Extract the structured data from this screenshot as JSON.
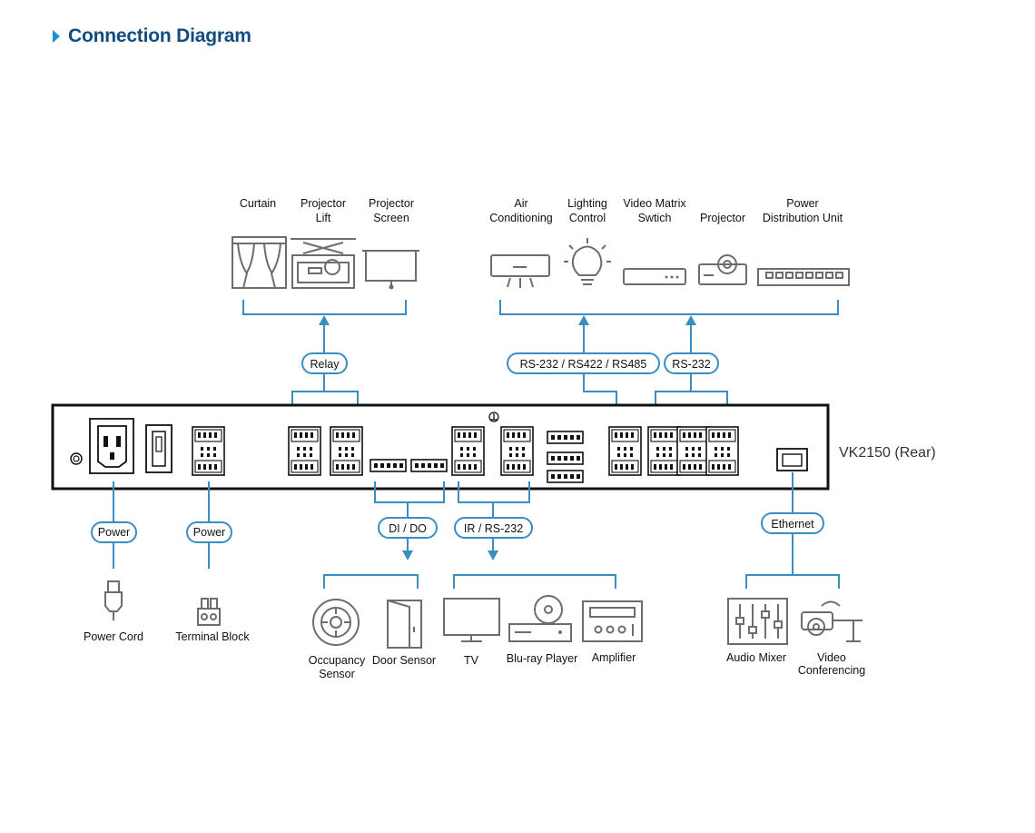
{
  "page": {
    "title": "Connection Diagram"
  },
  "device": {
    "label": "VK2150 (Rear)"
  },
  "connections": {
    "relay": "Relay",
    "serial_multi": "RS-232 / RS422 / RS485",
    "serial_232": "RS-232",
    "power_cord": "Power",
    "power_terminal": "Power",
    "dido": "DI / DO",
    "ir_serial": "IR / RS-232",
    "ethernet": "Ethernet"
  },
  "top_devices": {
    "curtain": [
      "Curtain"
    ],
    "projector_lift": [
      "Projector",
      "Lift"
    ],
    "projector_screen": [
      "Projector",
      "Screen"
    ],
    "air_conditioning": [
      "Air",
      "Conditioning"
    ],
    "lighting_control": [
      "Lighting",
      "Control"
    ],
    "video_matrix": [
      "Video Matrix",
      "Swtich"
    ],
    "projector": [
      "Projector"
    ],
    "pdu": [
      "Power",
      "Distribution Unit"
    ]
  },
  "bottom_devices": {
    "power_cord": [
      "Power Cord"
    ],
    "terminal_block": [
      "Terminal Block"
    ],
    "occupancy_sensor": [
      "Occupancy",
      "Sensor"
    ],
    "door_sensor": [
      "Door Sensor"
    ],
    "tv": [
      "TV"
    ],
    "bluray_player": [
      "Blu-ray Player"
    ],
    "amplifier": [
      "Amplifier"
    ],
    "audio_mixer": [
      "Audio Mixer"
    ],
    "video_conferencing": [
      "Video",
      "Conferencing"
    ]
  },
  "icons": [
    "curtain-icon",
    "projector-lift-icon",
    "projector-screen-icon",
    "air-conditioner-icon",
    "light-bulb-icon",
    "video-matrix-switch-icon",
    "projector-icon",
    "pdu-icon",
    "power-cord-icon",
    "terminal-block-icon",
    "occupancy-sensor-icon",
    "door-sensor-icon",
    "tv-icon",
    "bluray-player-icon",
    "amplifier-icon",
    "audio-mixer-icon",
    "video-conferencing-icon"
  ],
  "colors": {
    "title": "#0f4c81",
    "title_arrow": "#1a8fd1",
    "connector_line": "#3a8dbf",
    "icon_gray": "#6d6d6d"
  }
}
